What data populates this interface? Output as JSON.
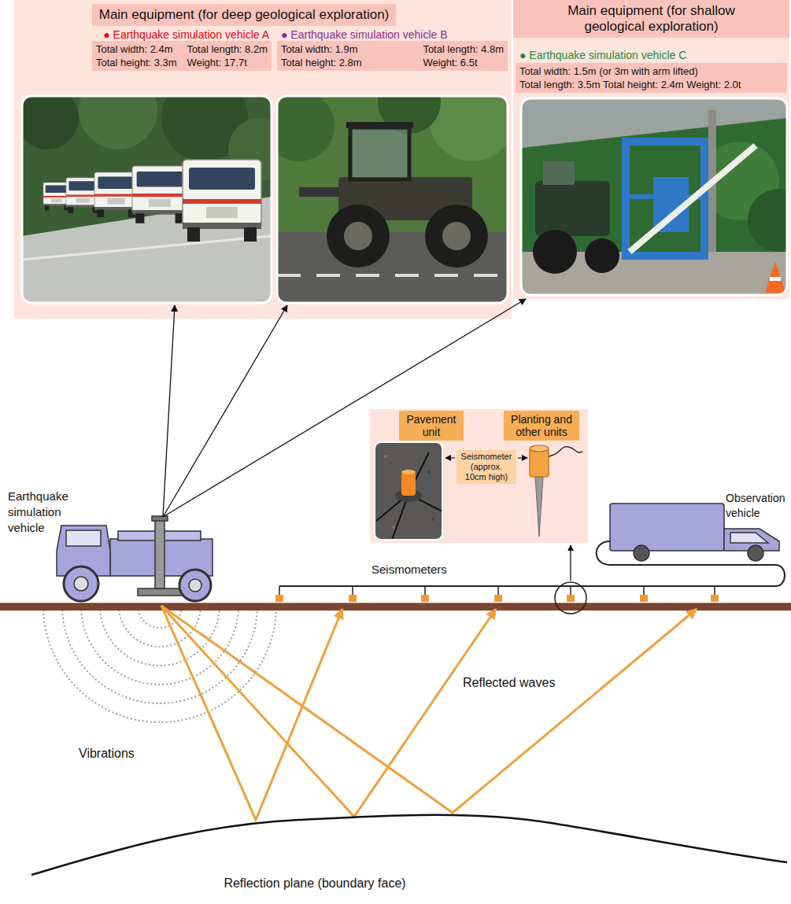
{
  "diagram": {
    "nodes": [
      {
        "text": [
          "Main equipment (for deep geological exploration)"
        ]
      },
      {
        "text": [
          "● Earthquake simulation vehicle A",
          "Total width: 2.4m",
          "Total length: 8.2m",
          "Total height: 3.3m",
          "Weight: 17.7t"
        ],
        "in": 0
      },
      {
        "text": [
          "● Earthquake simulation vehicle B",
          "Total width: 1.9m",
          "Total length: 4.8m",
          "Total height: 2.8m",
          "Weight: 6.5t"
        ],
        "in": 0
      },
      {
        "text": [
          "Main equipment (for shallow geological exploration)",
          "● Earthquake simulation vehicle C",
          "Total width: 1.5m (or 3m with arm lifted)",
          "Total length: 3.5m Total height: 2.4m Weight: 2.0t"
        ]
      },
      {
        "text": [
          "Seismometer (approx. 10cm high)"
        ]
      },
      {
        "text": [
          "Pavement unit"
        ],
        "in": 4
      },
      {
        "text": [
          "Planting and other units"
        ],
        "in": 4
      },
      {
        "text": [
          "Earthquake simulation vehicle"
        ]
      }
    ],
    "edges": [
      {
        "from": 7,
        "to": 1,
        "arrow": "to"
      },
      {
        "from": 7,
        "to": 2,
        "arrow": "to"
      },
      {
        "from": 7,
        "to": 3,
        "arrow": "to"
      }
    ],
    "labels": [
      "Observation vehicle",
      "Seismometers",
      "Vibrations",
      "Reflected waves",
      "Reflection plane (boundary face)"
    ]
  }
}
